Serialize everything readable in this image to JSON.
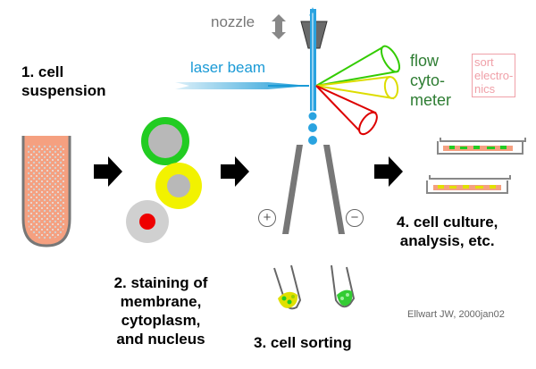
{
  "labels": {
    "nozzle": "nozzle",
    "laser_beam": "laser beam",
    "flow_cytometer": [
      "flow",
      "cyto-",
      "meter"
    ],
    "sort_electronics": [
      "sort",
      "electro-",
      "nics"
    ],
    "step1": [
      "1. cell",
      "suspension"
    ],
    "step2": [
      "2. staining of",
      "membrane,",
      "cytoplasm,",
      "and nucleus"
    ],
    "step3": "3. cell sorting",
    "step4": [
      "4. cell culture,",
      "analysis, etc."
    ],
    "plus": "+",
    "minus": "−",
    "credit": "Ellwart JW, 2000jan02"
  },
  "colors": {
    "laser": "#1a9ad6",
    "stream": "#2aa3e0",
    "membrane_stain": "#22cc22",
    "cytoplasm_stain": "#f2f200",
    "nucleus_stain": "#ee0000",
    "cell_grey": "#b8b8b8",
    "suspension": "#f5a080",
    "detector_green": "#33cc00",
    "detector_yellow": "#dddd00",
    "detector_red": "#dd0000",
    "flow_text": "#2e7d33",
    "sort_text": "#f0a0a8"
  },
  "icons": {
    "arrows": [
      "right-arrow-icon",
      "right-arrow-icon",
      "right-arrow-icon"
    ],
    "nozzle_arrow": "up-down-arrow-icon"
  }
}
